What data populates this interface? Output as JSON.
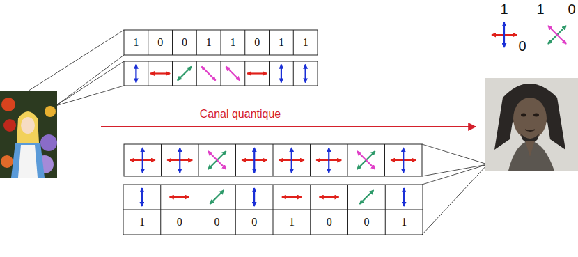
{
  "diagram": {
    "labels": [
      "1",
      "0",
      "0",
      "1",
      "1",
      "0",
      "1",
      "1",
      "Canal quantique",
      "1",
      "0",
      "0",
      "0",
      "1",
      "0",
      "0",
      "1",
      "1",
      "0",
      "1",
      "0"
    ]
  }
}
